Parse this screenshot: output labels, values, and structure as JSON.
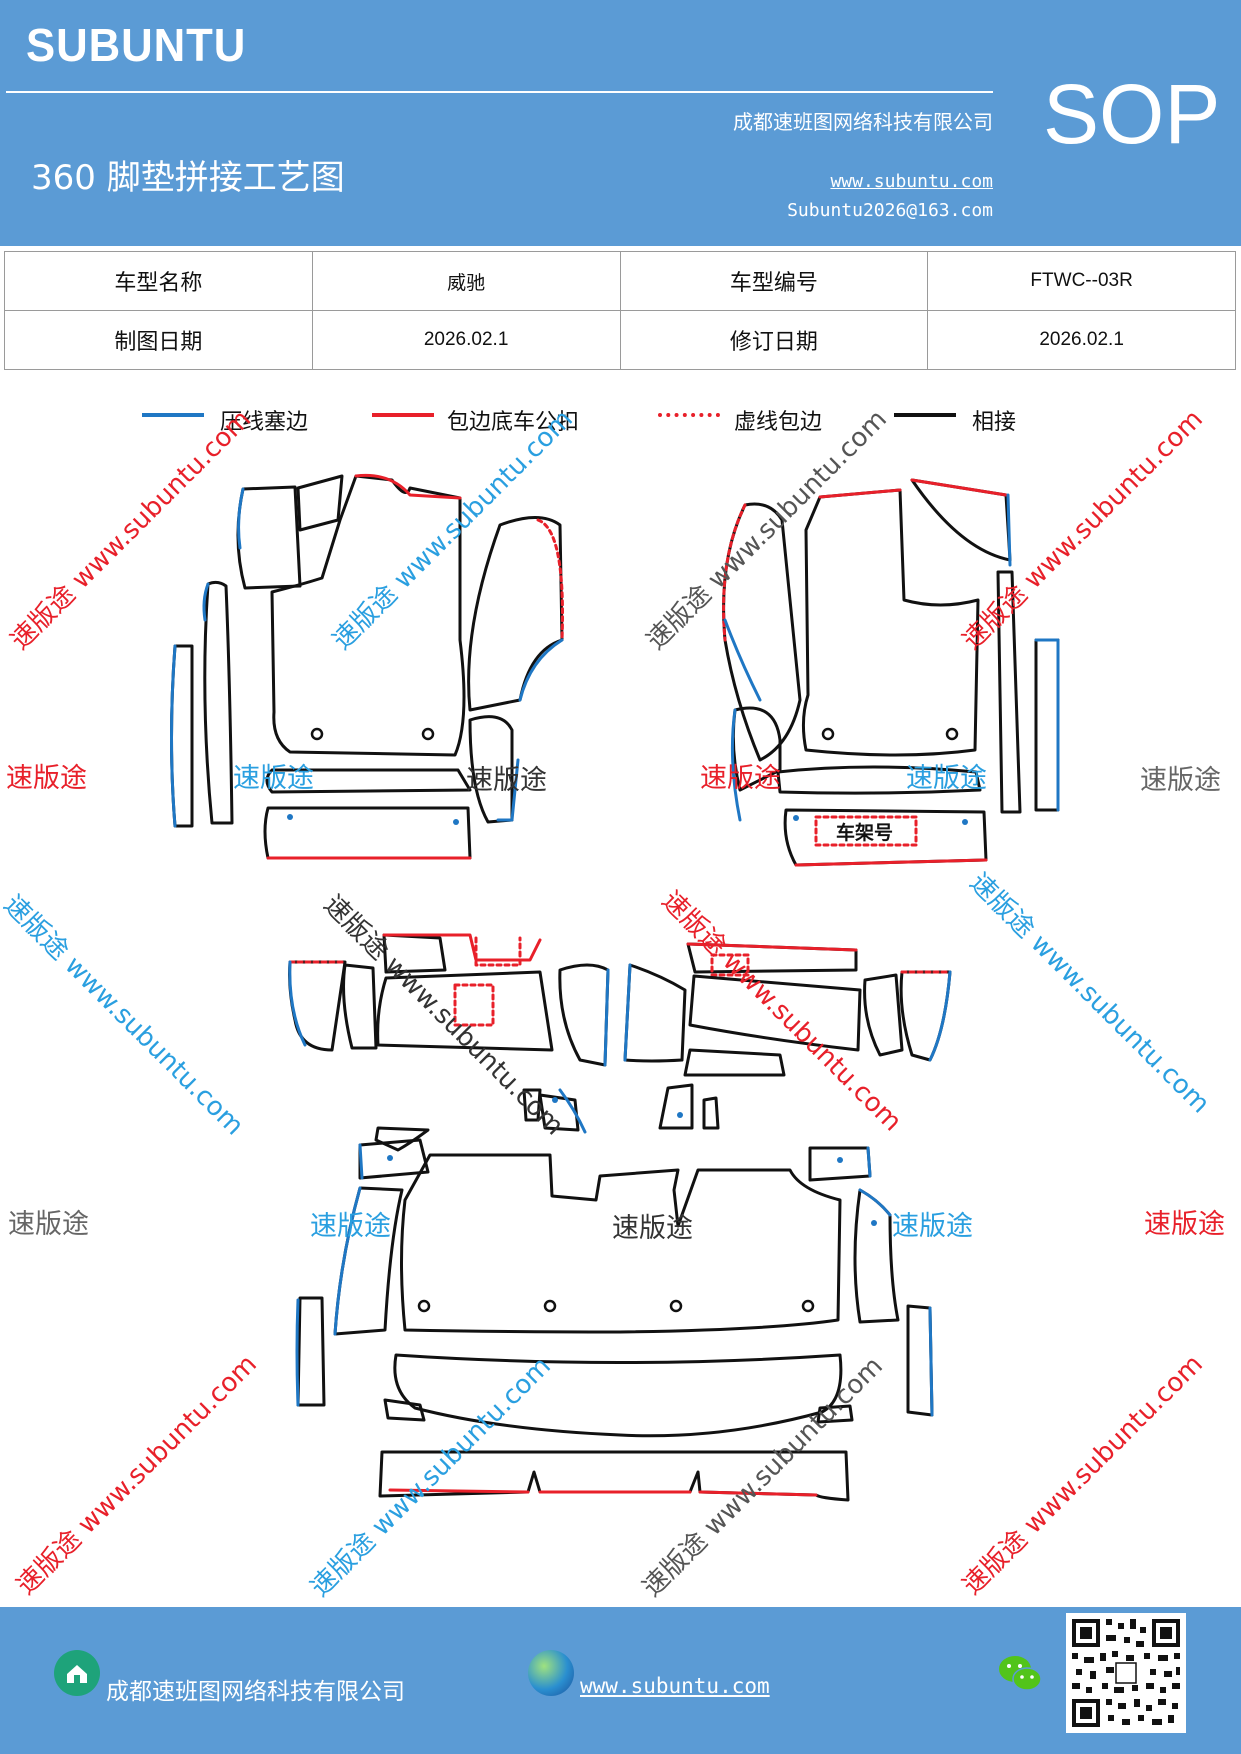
{
  "header": {
    "brand": "SUBUNTU",
    "title": "360 脚垫拼接工艺图",
    "company": "成都速班图网络科技有限公司",
    "website": "www.subuntu.com",
    "email": "Subuntu2026@163.com",
    "badge": "SOP"
  },
  "info_table": {
    "model_name_label": "车型名称",
    "model_name": "威驰",
    "model_code_label": "车型编号",
    "model_code": "FTWC--03R",
    "draw_date_label": "制图日期",
    "draw_date": "2026.02.1",
    "revise_date_label": "修订日期",
    "revise_date": "2026.02.1"
  },
  "legend": {
    "items": [
      {
        "label": "压线塞边",
        "color": "#1f77c4",
        "style": "solid"
      },
      {
        "label": "包边底车公扣",
        "color": "#e8202a",
        "style": "solid"
      },
      {
        "label": "虚线包边",
        "color": "#e8202a",
        "style": "dotted"
      },
      {
        "label": "相接",
        "color": "#111111",
        "style": "solid"
      }
    ]
  },
  "diagram": {
    "frame_label": "车架号"
  },
  "watermarks": {
    "brand_cn": "速版途",
    "url": "www.subuntu.com",
    "combined": "速版途 www.subuntu.com",
    "colors": {
      "red": "#e8202a",
      "blue": "#2a9fe0",
      "gray": "#555555"
    }
  },
  "footer": {
    "company": "成都速班图网络科技有限公司",
    "website": "www.subuntu.com ",
    "icons": [
      "home-icon",
      "globe-icon",
      "wechat-icon",
      "qr-code"
    ]
  }
}
